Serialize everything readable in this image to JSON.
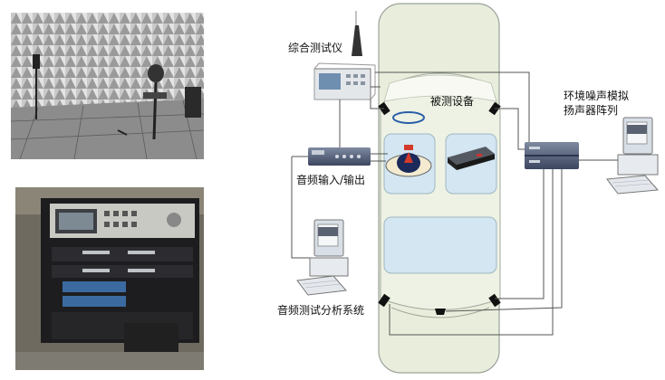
{
  "labels": {
    "analyzer": "综合测试仪",
    "dut": "被测设备",
    "noise_sim_line1": "环境噪声模拟",
    "noise_sim_line2": "扬声器阵列",
    "audio_io": "音频输入/输出",
    "audio_test_system": "音频测试分析系统"
  },
  "photos": [
    {
      "subject": "anechoic chamber with microphone stand and speakers"
    },
    {
      "subject": "equipment rack with radio test instrument"
    }
  ],
  "colors": {
    "car_body": "#e9eedc",
    "car_outline": "#9aa39a",
    "interior_panel": "#cfe3ef",
    "wire": "#555555"
  }
}
